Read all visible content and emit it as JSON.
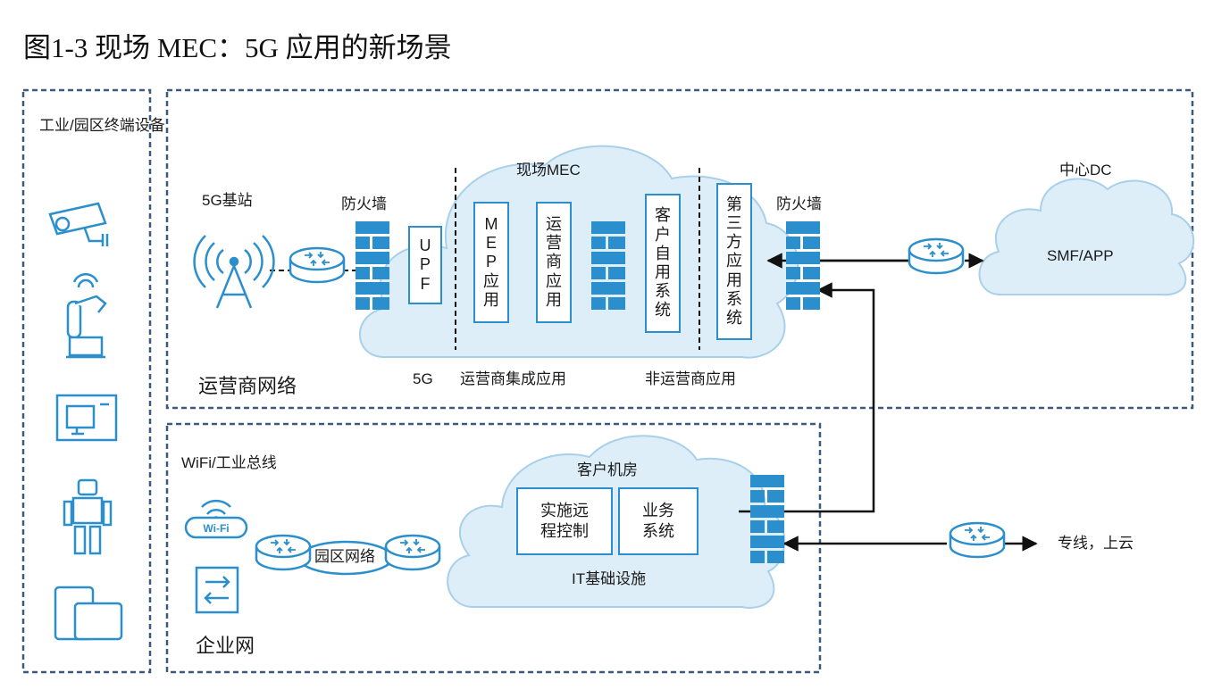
{
  "title": "图1-3  现场 MEC：5G 应用的新场景",
  "terminal_panel": {
    "title": "工业/园区终端设备",
    "devices": [
      "camera-icon",
      "robot-arm-icon",
      "monitor-icon",
      "robot-icon",
      "tablet-icon"
    ]
  },
  "operator_network": {
    "label": "运营商网络",
    "base_station": "5G基站",
    "firewall_left": "防火墙",
    "firewall_right": "防火墙",
    "mec_cloud": "现场MEC",
    "upf": "UPF",
    "mep_app": "MEP应用",
    "operator_app": "运营商应用",
    "customer_system": "客户自用系统",
    "third_party_system": "第三方应用系统",
    "section_5g": "5G",
    "section_operator": "运营商集成应用",
    "section_non_operator": "非运营商应用",
    "center_dc": "中心DC",
    "smf_app": "SMF/APP"
  },
  "enterprise_network": {
    "label": "企业网",
    "wifi_bus": "WiFi/工业总线",
    "wifi_badge": "Wi-Fi",
    "campus_network": "园区网络",
    "customer_room": "客户机房",
    "remote_control": "实施远程控制",
    "business_system": "业务系统",
    "it_infra": "IT基础设施",
    "leased_line": "专线，上云"
  },
  "colors": {
    "accent": "#2a8fcc",
    "dashed_border": "#3c5a80",
    "cloud_fill": "#ddeef8",
    "cloud_stroke": "#a9d0ea"
  }
}
